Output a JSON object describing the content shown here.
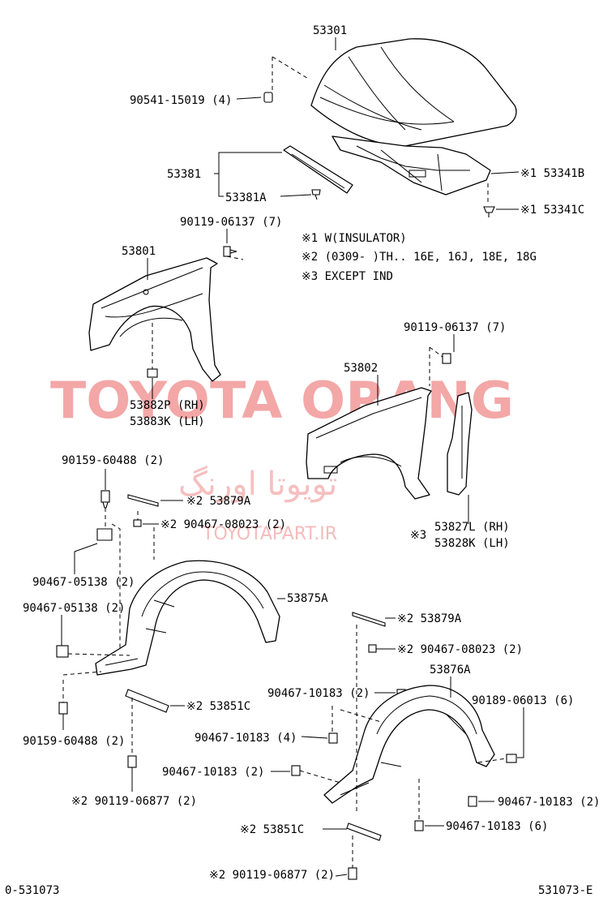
{
  "notes": {
    "n1": "※1 W(INSULATOR)",
    "n2": "※2 (0309-      )TH.. 16E, 16J, 18E, 18G",
    "n3": "※3 EXCEPT IND"
  },
  "watermark": {
    "main": "TOYOTA ORANG",
    "persian": "تویوتا اورنگ",
    "url": "TOYOTAPART.IR",
    "color": "#f08a8a"
  },
  "footer": {
    "left": "0-531073",
    "right": "531073-E"
  },
  "labels": {
    "hood": "53301",
    "hood_stopper": "90541-15019 (4)",
    "hood_seal": "53381",
    "hood_seal_a": "53381A",
    "insulator": "※1 53341B",
    "insulator_clip": "※1 53341C",
    "fender_bolt_top": "90119-06137 (7)",
    "fender_rh": "53801",
    "fender_bracket_rh": "53882P (RH)",
    "fender_bracket_lh": "53883K (LH)",
    "fender_bolt_right": "90119-06137 (7)",
    "fender_lh": "53802",
    "screw_left_top": "90159-60488 (2)",
    "bracket_879a_left": "※2 53879A",
    "bolt_8023_left": "※2  90467-08023 (2)",
    "clip_5138_a": "90467-05138 (2)",
    "liner_rh": "53875A",
    "clip_5138_b": "90467-05138 (2)",
    "seal_827l": "53827L (RH)",
    "seal_828k": "53828K (LH)",
    "seal_note": "※3",
    "bracket_879a_right": "※2 53879A",
    "bolt_8023_right": "※2 90467-08023 (2)",
    "splash_851c_left": "※2 53851C",
    "clip_10183_a": "90467-10183 (2)",
    "liner_lh": "53876A",
    "screw_left_bottom": "90159-60488 (2)",
    "clip_10183_b": "90467-10183 (4)",
    "screw_6013": "90189-06013 (6)",
    "clip_10183_c": "90467-10183 (2)",
    "bolt_6877_left": "※2 90119-06877 (2)",
    "clip_10183_d": "90467-10183 (2)",
    "splash_851c_right": "※2 53851C",
    "clip_10183_e": "90467-10183 (6)",
    "bolt_6877_right": "※2 90119-06877 (2)"
  }
}
